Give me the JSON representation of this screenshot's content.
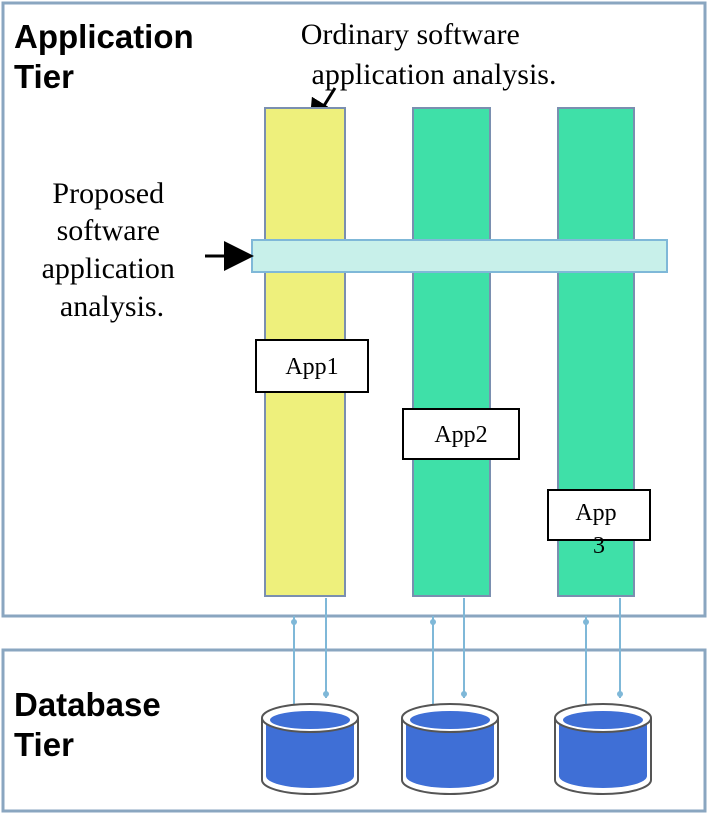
{
  "app_tier": {
    "title_line1": "Application",
    "title_line2": "Tier"
  },
  "db_tier": {
    "title_line1": "Database",
    "title_line2": "Tier"
  },
  "ordinary_label": {
    "line1": "Ordinary software",
    "line2": "application analysis."
  },
  "proposed_label": {
    "line1": "Proposed",
    "line2": "software",
    "line3": "application",
    "line4": "analysis."
  },
  "apps": [
    {
      "line1": "App1",
      "line2": ""
    },
    {
      "line1": "App2",
      "line2": ""
    },
    {
      "line1": "App",
      "line2": "3"
    }
  ],
  "colors": {
    "ordinary_column": "#eef07c",
    "app_column": "#3fe0a8",
    "proposed_bar": "#c8f0ea",
    "column_border": "#7a8fb0",
    "connector": "#7fb8d8",
    "database": "#3f6fd6",
    "tier_border": "#8aa6c0"
  }
}
